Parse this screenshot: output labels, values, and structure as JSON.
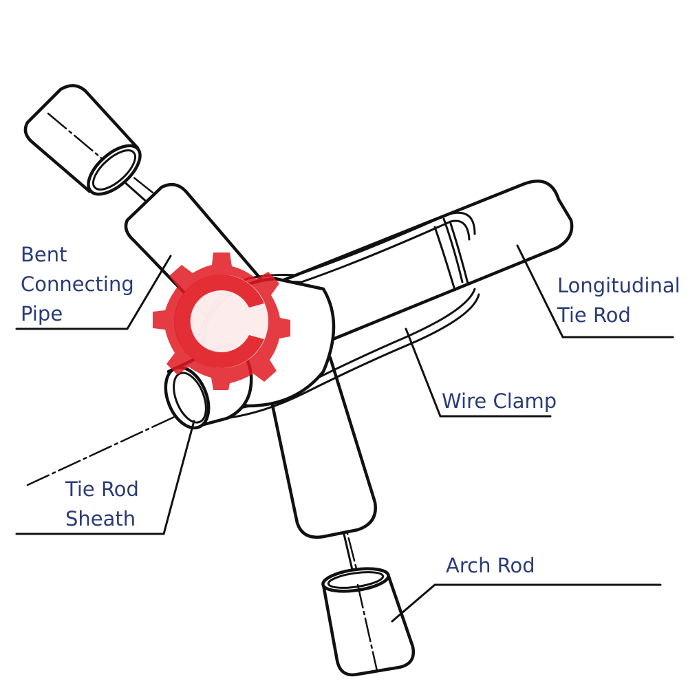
{
  "labels": {
    "bent_connecting_pipe": [
      "Bent",
      "Connecting",
      "Pipe"
    ],
    "longitudinal_tie_rod": [
      "Longitudinal",
      "Tie Rod"
    ],
    "wire_clamp": "Wire Clamp",
    "tie_rod_sheath": [
      "Tie Rod",
      "Sheath"
    ],
    "arch_rod": "Arch Rod"
  },
  "watermark": {
    "text": "",
    "color": "#e01a22",
    "icon": "gear-icon"
  },
  "colors": {
    "label_text": "#2a3b78",
    "line_art": "#111111"
  }
}
